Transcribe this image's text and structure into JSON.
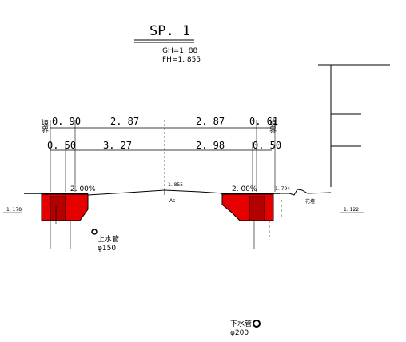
{
  "section": {
    "title": "SP. 1",
    "gh": "GH=1. 88",
    "fh": "FH=1. 855"
  },
  "dimensions": {
    "row1": {
      "boundary_left": "境界",
      "boundary_right": "境界",
      "left_sidewalk": "0. 90",
      "left_lane": "2. 87",
      "right_lane": "2. 87",
      "right_sidewalk": "0. 61"
    },
    "row2": {
      "left_edge": "0. 50",
      "left_lane": "3. 27",
      "right_lane": "2. 98",
      "right_edge": "0. 50"
    }
  },
  "road": {
    "slope_left": "2. 00%",
    "slope_right": "2. 00%",
    "center_elev": "1. 855",
    "surface": "As",
    "right_curb_elev": "1. 794",
    "flower_bed": "花壇",
    "left_ground_elev": "1. 178",
    "right_ground_elev": "1. 122"
  },
  "pipes": {
    "water": {
      "name": "上水管",
      "size": "φ150"
    },
    "sewer": {
      "name": "下水管",
      "size": "φ200"
    }
  },
  "colors": {
    "curb_fill": "#e60000",
    "line": "#000000"
  }
}
